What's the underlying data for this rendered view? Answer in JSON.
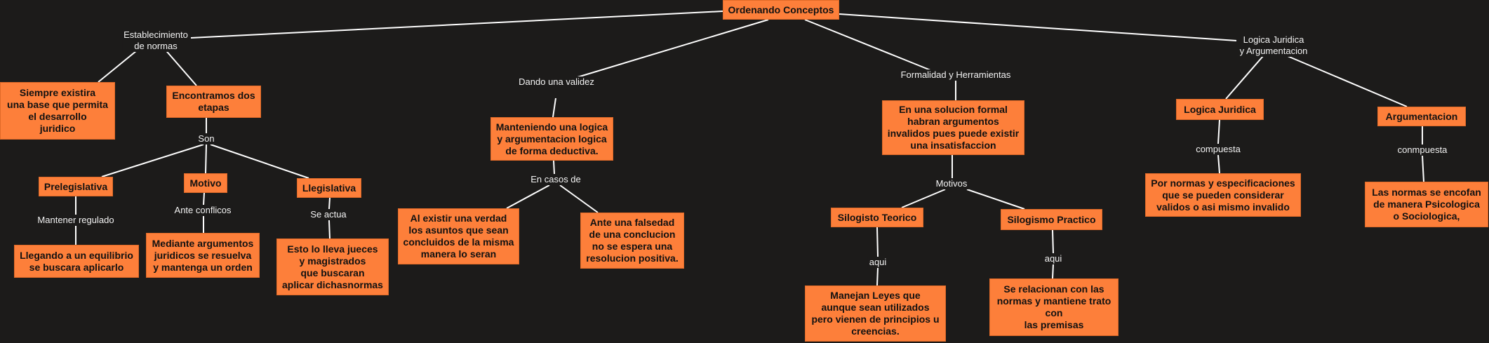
{
  "nodes": {
    "root": "Ordenando Conceptos",
    "establecimiento": "Establecimiento\nde normas",
    "siempre": "Siempre existira\nuna base que permita\nel desarrollo\njuridico",
    "encontramos": "Encontramos dos\netapas",
    "son": "Son",
    "prelegislativa": "Prelegislativa",
    "mantener": "Mantener regulado",
    "llegando": "Llegando a un equilibrio\nse buscara aplicarlo",
    "motivo": "Motivo",
    "ante_conflicos": "Ante conflicos",
    "mediante": "Mediante argumentos\njuridicos se resuelva\ny mantenga un orden",
    "llegislativa": "Llegislativa",
    "se_actua": "Se actua",
    "esto": "Esto lo lleva jueces\ny magistrados\nque buscaran\naplicar dichasnormas",
    "dando": "Dando una validez",
    "manteniendo": "Manteniendo una logica\ny argumentacion logica\nde forma deductiva.",
    "en_casos": "En casos de",
    "al_existir": "Al existir una verdad\nlos asuntos que sean\nconcluidos de la misma\nmanera lo seran",
    "ante_falsedad": "Ante una falsedad\nde una conclucion\nno se espera una\nresolucion positiva.",
    "formalidad": "Formalidad y Herramientas",
    "solucion": "En una solucion formal\nhabran argumentos\ninvalidos pues puede existir\nuna insatisfaccion",
    "motivos": "Motivos",
    "silogisto": "Silogisto Teorico",
    "aqui1": "aqui",
    "manejan": "Manejan Leyes que\naunque sean utilizados\npero vienen de principios u\ncreencias.",
    "silogismo": "Silogismo Practico",
    "aqui2": "aqui",
    "relacionan": "Se relacionan con las\nnormas y mantiene trato\ncon\nlas premisas",
    "logica_arg": "Logica Juridica\ny Argumentacion",
    "logica": "Logica Juridica",
    "compuesta": "compuesta",
    "por_normas": "Por normas y especificaciones\nque se pueden considerar\nvalidos o asi mismo invalido",
    "argumentacion": "Argumentacion",
    "conmpuesta": "conmpuesta",
    "las_normas": "Las normas se encofan\nde manera  Psicologica\no Sociologica,"
  },
  "colors": {
    "box_fill": "#fd7f3a",
    "background": "#1c1b1a",
    "connector": "#ffffff"
  }
}
